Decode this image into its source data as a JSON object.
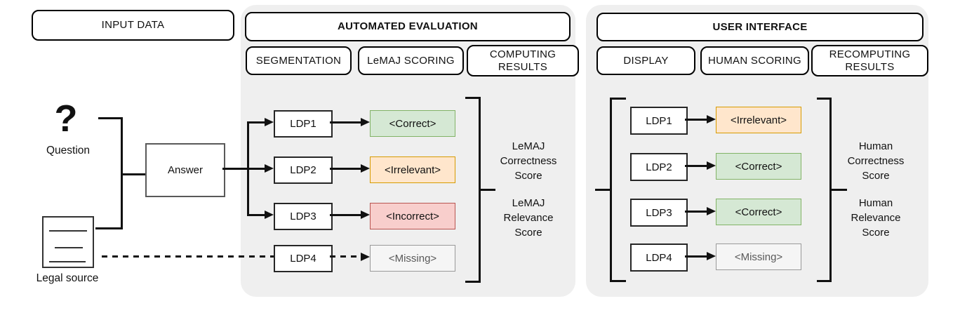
{
  "input": {
    "title": "INPUT DATA",
    "question": {
      "icon": "?",
      "label": "Question"
    },
    "legal_source": {
      "label": "Legal source"
    },
    "answer": "Answer"
  },
  "automated": {
    "title": "AUTOMATED EVALUATION",
    "steps": {
      "s1": "SEGMENTATION",
      "s2": "LeMAJ SCORING",
      "s3": "COMPUTING RESULTS"
    },
    "rows": [
      {
        "ldp": "LDP1",
        "value": "<Correct>",
        "status": "correct"
      },
      {
        "ldp": "LDP2",
        "value": "<Irrelevant>",
        "status": "irrelevant"
      },
      {
        "ldp": "LDP3",
        "value": "<Incorrect>",
        "status": "incorrect"
      },
      {
        "ldp": "LDP4",
        "value": "<Missing>",
        "status": "missing"
      }
    ],
    "scores": {
      "correctness": "LeMAJ Correctness Score",
      "relevance": "LeMAJ Relevance Score"
    }
  },
  "user_interface": {
    "title": "USER INTERFACE",
    "steps": {
      "s1": "DISPLAY",
      "s2": "HUMAN SCORING",
      "s3": "RECOMPUTING RESULTS"
    },
    "rows": [
      {
        "ldp": "LDP1",
        "value": "<Irrelevant>",
        "status": "irrelevant"
      },
      {
        "ldp": "LDP2",
        "value": "<Correct>",
        "status": "correct"
      },
      {
        "ldp": "LDP3",
        "value": "<Correct>",
        "status": "correct"
      },
      {
        "ldp": "LDP4",
        "value": "<Missing>",
        "status": "missing"
      }
    ],
    "scores": {
      "correctness": "Human Correctness Score",
      "relevance": "Human Relevance Score"
    }
  },
  "colors": {
    "correct_fill": "#d5e8d4",
    "correct_border": "#82b366",
    "irrelevant_fill": "#ffe6cc",
    "irrelevant_border": "#d79b00",
    "incorrect_fill": "#f8cecc",
    "incorrect_border": "#b85450",
    "missing_fill": "#f5f5f5",
    "missing_border": "#999999",
    "panel_background": "#efefef"
  }
}
